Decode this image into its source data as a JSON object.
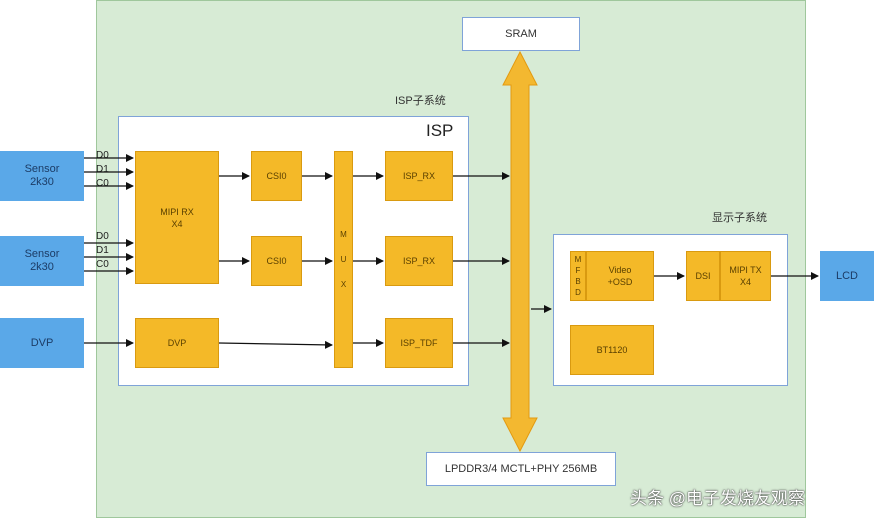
{
  "soc": {
    "isp_subsystem_label": "ISP子系统",
    "isp_title": "ISP",
    "display_subsystem_label": "显示子系统",
    "sram": "SRAM",
    "ddr": "LPDDR3/4 MCTL+PHY 256MB"
  },
  "inputs": [
    {
      "label": "Sensor\n2k30"
    },
    {
      "label": "Sensor\n2k30"
    },
    {
      "label": "DVP"
    }
  ],
  "signals": [
    "D0",
    "D1",
    "C0"
  ],
  "isp_blocks": {
    "mipi_rx": "MIPI RX\nX4",
    "dvp": "DVP",
    "csi_1": "CSI0",
    "csi_2": "CSI0",
    "mux": [
      "M",
      "U",
      "X"
    ],
    "isp_rx_1": "ISP_RX",
    "isp_rx_2": "ISP_RX",
    "isp_tdf": "ISP_TDF"
  },
  "display_blocks": {
    "side": [
      "M",
      "F",
      "B",
      "D"
    ],
    "video_osd": "Video\n+OSD",
    "dsi": "DSI",
    "mipi_tx": "MIPI TX\nX4",
    "bt1120": "BT1120"
  },
  "outputs": {
    "lcd": "LCD"
  },
  "watermark": "头条 @电子发烧友观察",
  "colors": {
    "block_yellow": "#f4b928",
    "io_blue": "#5aa8e8",
    "soc_green": "#d7ebd5",
    "bus_orange": "#f3b830"
  }
}
